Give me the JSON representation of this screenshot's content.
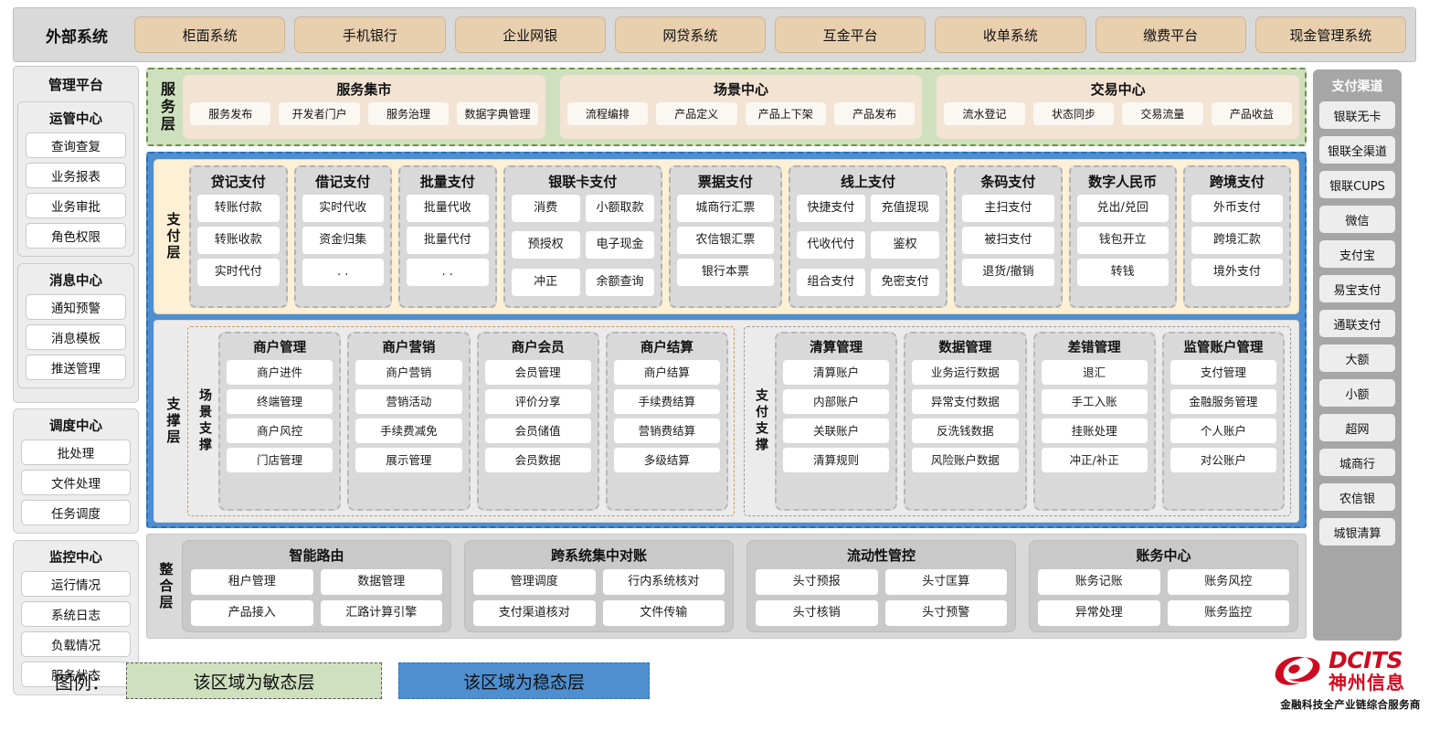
{
  "external_systems": {
    "title": "外部系统",
    "items": [
      "柜面系统",
      "手机银行",
      "企业网银",
      "网贷系统",
      "互金平台",
      "收单系统",
      "缴费平台",
      "现金管理系统"
    ]
  },
  "management_platform": {
    "title": "管理平台",
    "groups": [
      {
        "title": "运管中心",
        "items": [
          "查询查复",
          "业务报表",
          "业务审批",
          "角色权限"
        ]
      },
      {
        "title": "消息中心",
        "items": [
          "通知预警",
          "消息模板",
          "推送管理"
        ]
      }
    ],
    "standalone_groups": [
      {
        "title": "调度中心",
        "items": [
          "批处理",
          "文件处理",
          "任务调度"
        ]
      },
      {
        "title": "监控中心",
        "items": [
          "运行情况",
          "系统日志",
          "负载情况",
          "服务状态"
        ]
      }
    ]
  },
  "service_layer": {
    "label": "服务层",
    "columns": [
      {
        "title": "服务集市",
        "items": [
          "服务发布",
          "开发者门户",
          "服务治理",
          "数据字典管理"
        ]
      },
      {
        "title": "场景中心",
        "items": [
          "流程编排",
          "产品定义",
          "产品上下架",
          "产品发布"
        ]
      },
      {
        "title": "交易中心",
        "items": [
          "流水登记",
          "状态同步",
          "交易流量",
          "产品收益"
        ]
      }
    ]
  },
  "payment_layer": {
    "label": "支付层",
    "cards": [
      {
        "title": "贷记支付",
        "columns": 1,
        "items": [
          "转账付款",
          "转账收款",
          "实时代付"
        ]
      },
      {
        "title": "借记支付",
        "columns": 1,
        "items": [
          "实时代收",
          "资金归集",
          ". ."
        ]
      },
      {
        "title": "批量支付",
        "columns": 1,
        "items": [
          "批量代收",
          "批量代付",
          ". ."
        ]
      },
      {
        "title": "银联卡支付",
        "columns": 2,
        "items": [
          "消费",
          "小额取款",
          "预授权",
          "电子现金",
          "冲正",
          "余额查询"
        ]
      },
      {
        "title": "票据支付",
        "columns": 1,
        "items": [
          "城商行汇票",
          "农信银汇票",
          "银行本票"
        ]
      },
      {
        "title": "线上支付",
        "columns": 2,
        "items": [
          "快捷支付",
          "充值提现",
          "代收代付",
          "鉴权",
          "组合支付",
          "免密支付"
        ]
      },
      {
        "title": "条码支付",
        "columns": 1,
        "items": [
          "主扫支付",
          "被扫支付",
          "退货/撤销"
        ]
      },
      {
        "title": "数字人民币",
        "columns": 1,
        "items": [
          "兑出/兑回",
          "钱包开立",
          "转钱"
        ]
      },
      {
        "title": "跨境支付",
        "columns": 1,
        "items": [
          "外币支付",
          "跨境汇款",
          "境外支付"
        ]
      }
    ]
  },
  "support_layer": {
    "label": "支撑层",
    "scene_support": {
      "label": "场景支撑",
      "cards": [
        {
          "title": "商户管理",
          "items": [
            "商户进件",
            "终端管理",
            "商户风控",
            "门店管理"
          ]
        },
        {
          "title": "商户营销",
          "items": [
            "商户营销",
            "营销活动",
            "手续费减免",
            "展示管理"
          ]
        },
        {
          "title": "商户会员",
          "items": [
            "会员管理",
            "评价分享",
            "会员储值",
            "会员数据"
          ]
        },
        {
          "title": "商户结算",
          "items": [
            "商户结算",
            "手续费结算",
            "营销费结算",
            "多级结算"
          ]
        }
      ]
    },
    "payment_support": {
      "label": "支付支撑",
      "cards": [
        {
          "title": "清算管理",
          "items": [
            "清算账户",
            "内部账户",
            "关联账户",
            "清算规则"
          ]
        },
        {
          "title": "数据管理",
          "items": [
            "业务运行数据",
            "异常支付数据",
            "反洗钱数据",
            "风险账户数据"
          ]
        },
        {
          "title": "差错管理",
          "items": [
            "退汇",
            "手工入账",
            "挂账处理",
            "冲正/补正"
          ]
        },
        {
          "title": "监管账户管理",
          "items": [
            "支付管理",
            "金融服务管理",
            "个人账户",
            "对公账户"
          ]
        }
      ]
    }
  },
  "integration_layer": {
    "label": "整合层",
    "cards": [
      {
        "title": "智能路由",
        "items": [
          "租户管理",
          "数据管理",
          "产品接入",
          "汇路计算引擎"
        ]
      },
      {
        "title": "跨系统集中对账",
        "items": [
          "管理调度",
          "行内系统核对",
          "支付渠道核对",
          "文件传输"
        ]
      },
      {
        "title": "流动性管控",
        "items": [
          "头寸预报",
          "头寸匡算",
          "头寸核销",
          "头寸预警"
        ]
      },
      {
        "title": "账务中心",
        "items": [
          "账务记账",
          "账务风控",
          "异常处理",
          "账务监控"
        ]
      }
    ]
  },
  "payment_channels": {
    "title": "支付渠道",
    "items": [
      "银联无卡",
      "银联全渠道",
      "银联CUPS",
      "微信",
      "支付宝",
      "易宝支付",
      "通联支付",
      "大额",
      "小额",
      "超网",
      "城商行",
      "农信银",
      "城银清算"
    ]
  },
  "legend": {
    "label": "图例：",
    "agile_text": "该区域为敏态层",
    "stable_text": "该区域为稳态层",
    "agile_color": "#cfe0be",
    "stable_color": "#4e8fd0"
  },
  "logo": {
    "en": "DCITS",
    "cn": "神州信息",
    "slogan": "金融科技全产业链综合服务商",
    "color": "#cf0a20"
  }
}
